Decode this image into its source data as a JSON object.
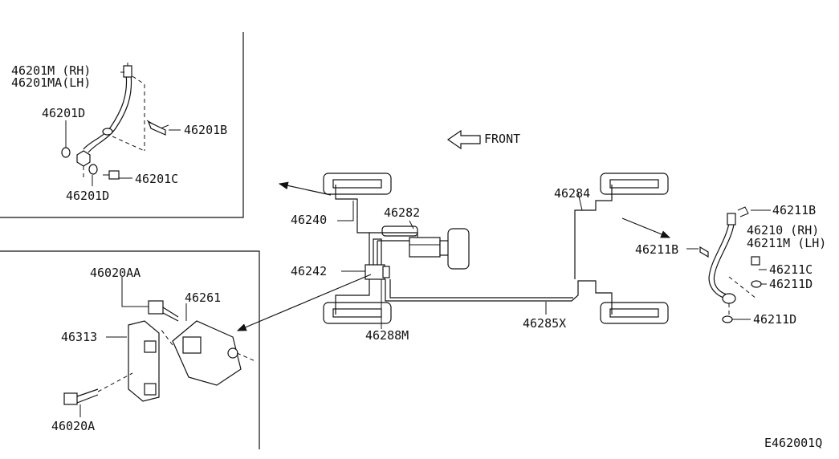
{
  "diagram": {
    "front_label": "FRONT",
    "figure_code": "E462001Q",
    "callouts": {
      "p46201M": "46201M (RH)",
      "p46201MA": "46201MA(LH)",
      "p46201D_a": "46201D",
      "p46201B": "46201B",
      "p46201C": "46201C",
      "p46201D_b": "46201D",
      "p46240": "46240",
      "p46282": "46282",
      "p46242": "46242",
      "p46288M": "46288M",
      "p46285X": "46285X",
      "p46284": "46284",
      "p46211B_top": "46211B",
      "p46211B_left": "46211B",
      "p46210": "46210 (RH)",
      "p46211M": "46211M (LH)",
      "p46211C": "46211C",
      "p46211D_a": "46211D",
      "p46211D_b": "46211D",
      "p46020AA": "46020AA",
      "p46261": "46261",
      "p46313": "46313",
      "p46020A": "46020A"
    }
  }
}
